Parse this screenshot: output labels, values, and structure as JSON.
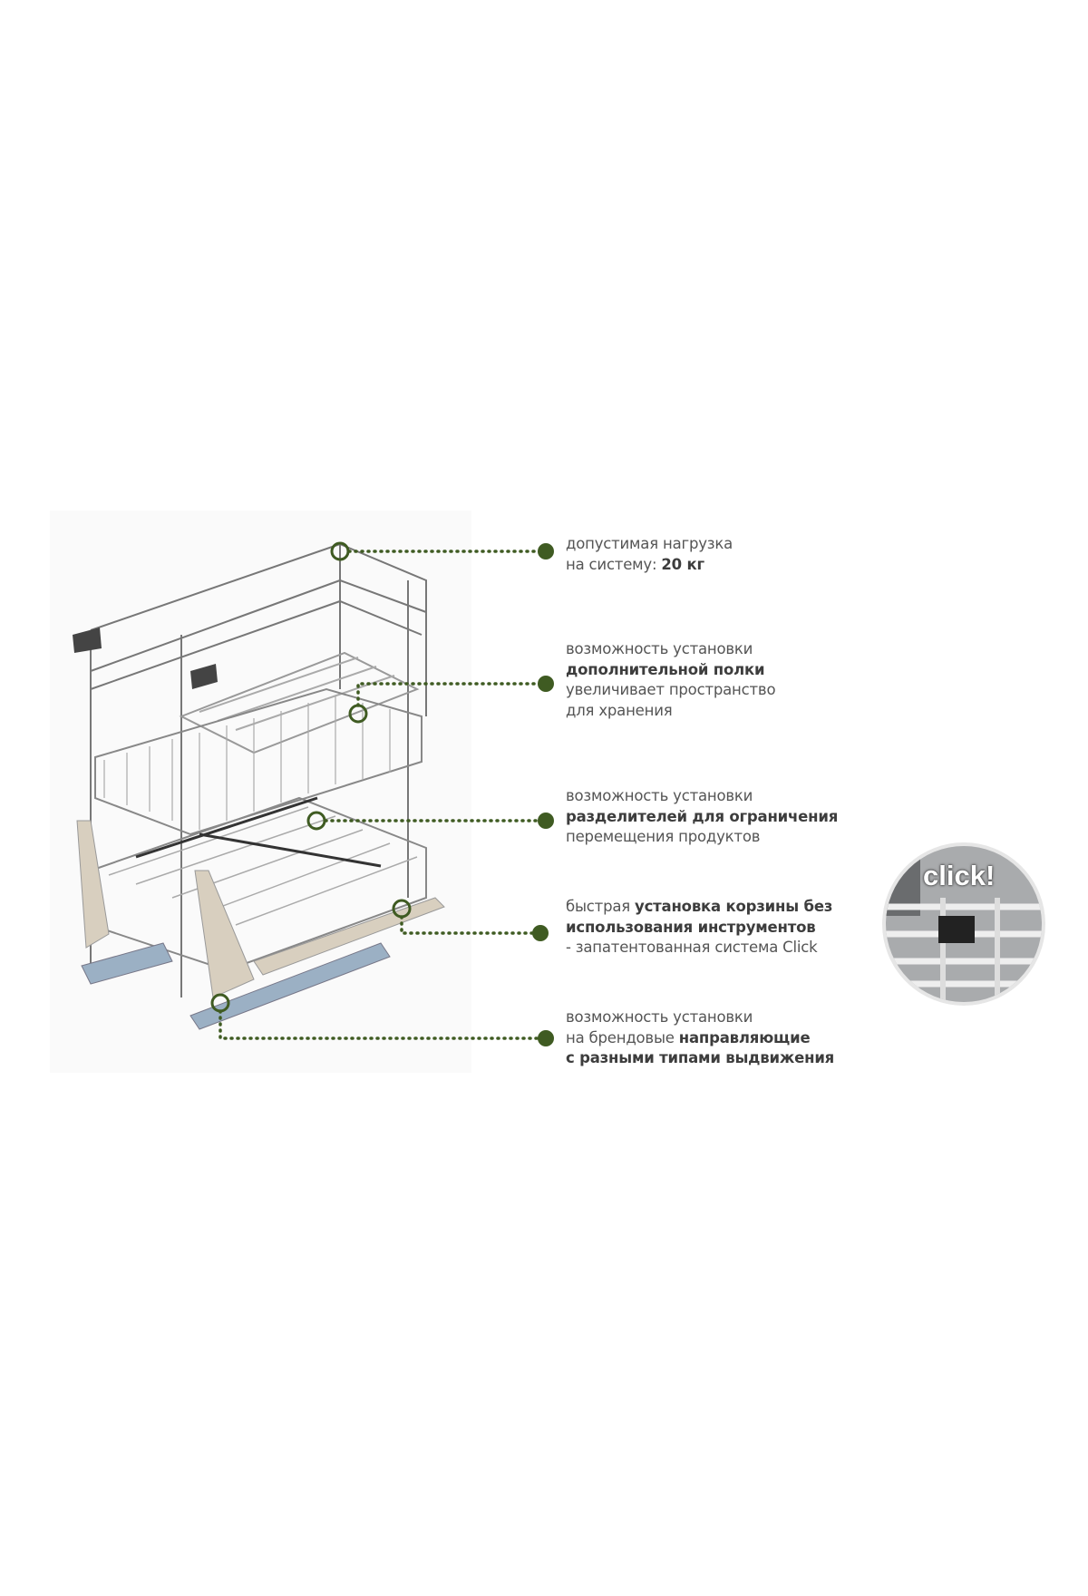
{
  "features": [
    {
      "parts": [
        "допустимая нагрузка",
        "на систему: ",
        "20 кг"
      ]
    },
    {
      "parts": [
        "возможность установки",
        "дополнительной полки",
        "увеличивает пространство",
        "для хранения"
      ]
    },
    {
      "parts": [
        "возможность установки",
        "разделителей для ограничения",
        "перемещения продуктов"
      ]
    },
    {
      "parts": [
        "быстрая ",
        "установка корзины без",
        "использования инструментов",
        "- запатентованная система Click"
      ]
    },
    {
      "parts": [
        "возможность установки",
        "на брендовые ",
        "направляющие",
        "с разными типами выдвижения"
      ]
    }
  ],
  "inset": {
    "label": "click!"
  },
  "colors": {
    "accent": "#3f5b22",
    "text": "#555555"
  }
}
